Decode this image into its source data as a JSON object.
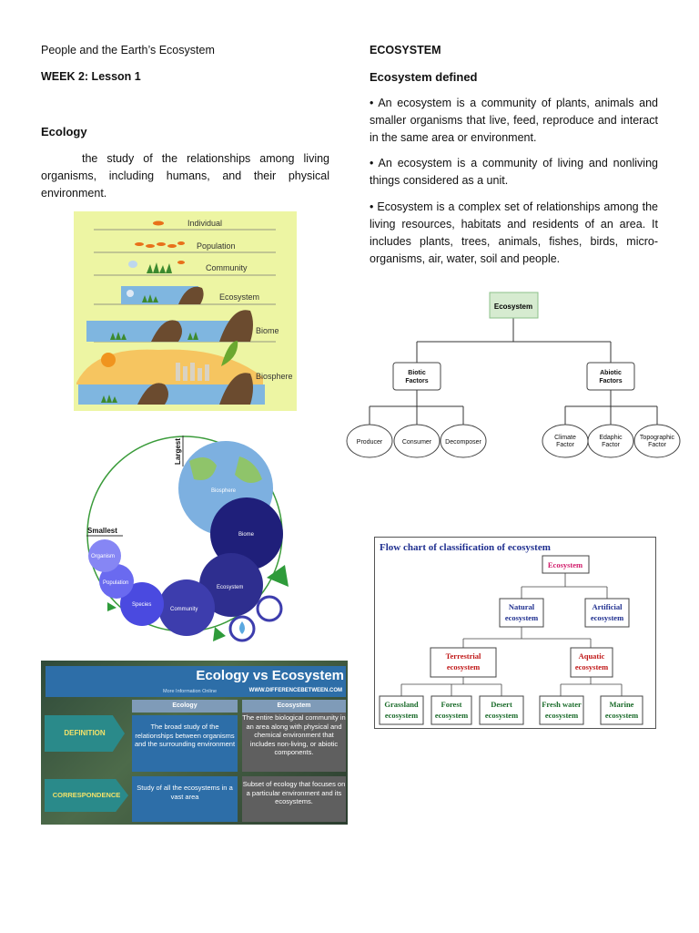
{
  "left": {
    "title": "People and the Earth’s Ecosystem",
    "week": "WEEK 2: Lesson 1",
    "ecology_heading": "Ecology",
    "ecology_definition": "the study of the relationships among living organisms, including humans, and their physical environment."
  },
  "right": {
    "heading": "ECOSYSTEM",
    "subheading": "Ecosystem defined",
    "bullets": [
      "• An ecosystem is a community of plants, animals and smaller organisms that live, feed, reproduce and interact in the same area or environment.",
      "• An ecosystem is a community of living and nonliving things considered as a unit.",
      "• Ecosystem is a complex set of relationships among the living resources, habitats and residents of an area. It includes plants, trees, animals, fishes, birds, micro-organisms, air, water, soil and people."
    ]
  },
  "levels_figure": {
    "labels": [
      "Individual",
      "Population",
      "Community",
      "Ecosystem",
      "Biome",
      "Biosphere"
    ]
  },
  "circle_figure": {
    "largest": "Largest",
    "smallest": "Smallest",
    "circles": [
      "Organism",
      "Population",
      "Species",
      "Community",
      "Ecosystem",
      "Biome",
      "Biosphere"
    ]
  },
  "ecosystem_tree": {
    "root": "Ecosystem",
    "biotic": "Biotic\nFactors",
    "abiotic": "Abiotic\nFactors",
    "biotic_children": [
      "Producer",
      "Consumer",
      "Decomposer"
    ],
    "abiotic_children": [
      "Climate\nFactor",
      "Edaphic\nFactor",
      "Topographic\nFactor"
    ]
  },
  "classification_chart": {
    "title": "Flow chart of classification of ecosystem",
    "root": "Ecosystem",
    "natural": "Natural\necosystem",
    "artificial": "Artificial\necosystem",
    "terrestrial": "Terrestrial\necosystem",
    "aquatic": "Aquatic\necosystem",
    "terrestrial_children": [
      "Grassland\necosystem",
      "Forest\necosystem",
      "Desert\necosystem"
    ],
    "aquatic_children": [
      "Fresh water\necosystem",
      "Marine\necosystem"
    ]
  },
  "ecology_vs_ecosystem": {
    "title": "Ecology vs Ecosystem",
    "more_info": "More Information  Online",
    "site": "WWW.DIFFERENCEBETWEEN.COM",
    "col1": "Ecology",
    "col2": "Ecosystem",
    "rows": [
      {
        "label": "DEFINITION",
        "ecology": "The broad study of the relationships between organisms and the surrounding environment",
        "ecosystem": "The entire biological community in an area along with physical and chemical environment that includes non-living, or abiotic components."
      },
      {
        "label": "CORRESPONDENCE",
        "ecology": "Study of all the ecosystems in a vast area",
        "ecosystem": "Subset of ecology that focuses on a particular environment and its ecosystems."
      }
    ]
  }
}
